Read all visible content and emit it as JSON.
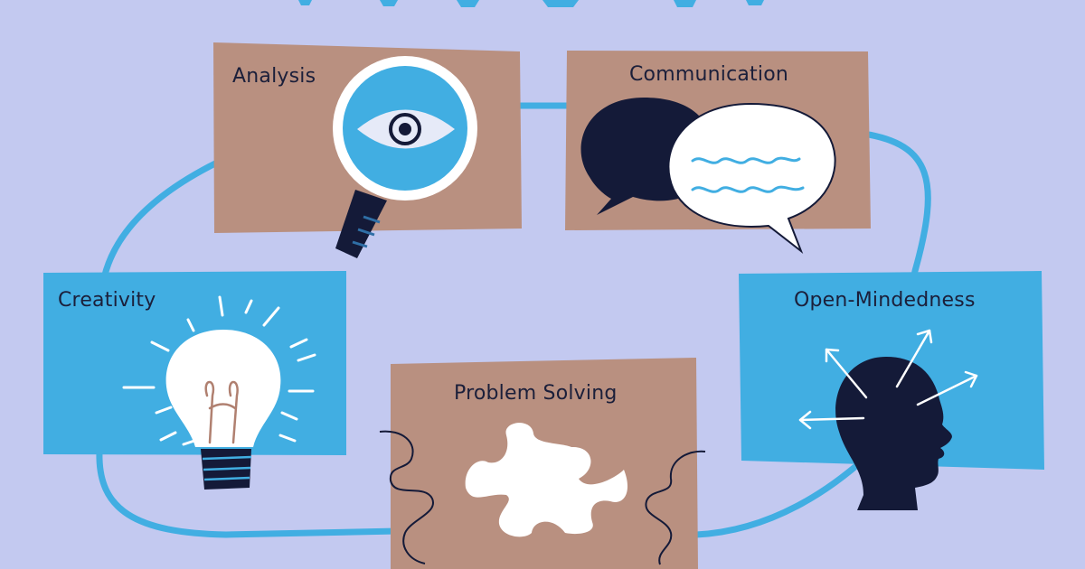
{
  "cards": {
    "analysis": {
      "label": "Analysis",
      "color": "#b99080",
      "icon": "magnifier-eye-icon"
    },
    "communication": {
      "label": "Communication",
      "color": "#b99080",
      "icon": "speech-bubbles-icon"
    },
    "creativity": {
      "label": "Creativity",
      "color": "#41aee2",
      "icon": "lightbulb-icon"
    },
    "open_mindedness": {
      "label": "Open-Mindedness",
      "color": "#41aee2",
      "icon": "head-arrows-icon"
    },
    "problem_solving": {
      "label": "Problem Solving",
      "color": "#b99080",
      "icon": "puzzle-piece-icon"
    }
  },
  "colors": {
    "background": "#c3c9f0",
    "loop": "#41aee2",
    "dark": "#141a38",
    "white": "#ffffff"
  }
}
